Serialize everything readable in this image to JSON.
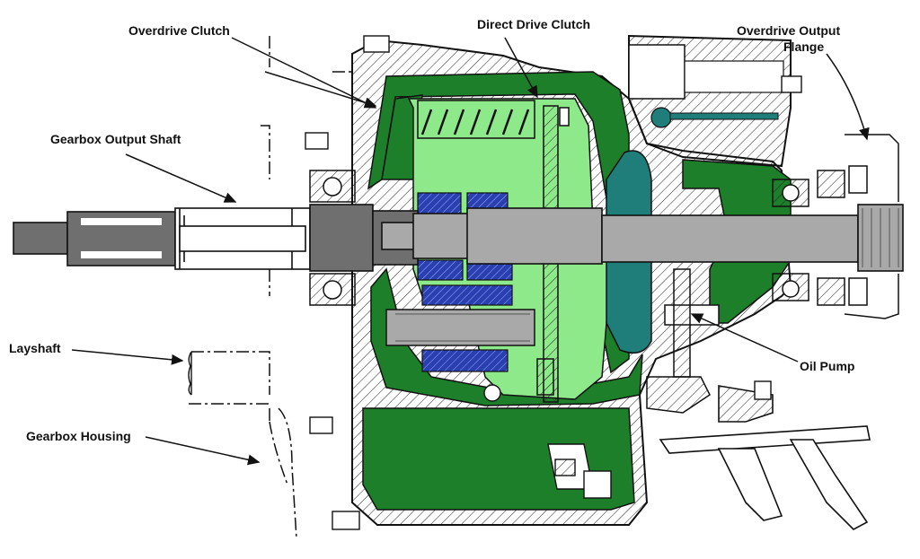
{
  "labels": {
    "overdrive_clutch": "Overdrive Clutch",
    "direct_drive_clutch": "Direct Drive Clutch",
    "overdrive_output_flange_line1": "Overdrive Output",
    "overdrive_output_flange_line2": "Flange",
    "gearbox_output_shaft": "Gearbox Output Shaft",
    "layshaft": "Layshaft",
    "oil_pump": "Oil Pump",
    "gearbox_housing": "Gearbox Housing"
  },
  "colors": {
    "housing_green": "#1e7f2a",
    "light_green": "#8ee98a",
    "shaft_gray": "#a9a9a9",
    "dark_shaft": "#6f6f6f",
    "gear_blue": "#2a3fb0",
    "teal": "#1f7d7a",
    "outline": "#111111"
  }
}
